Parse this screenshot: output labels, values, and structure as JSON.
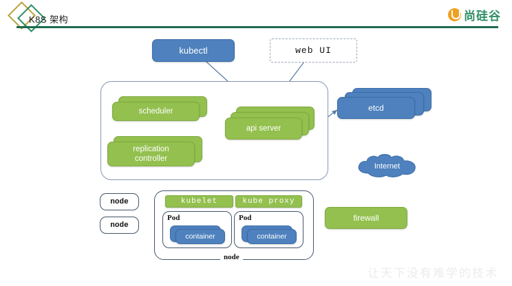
{
  "header": {
    "title": "K8S 架构",
    "logo_text": "尚硅谷",
    "logo_icon": "u-circle-logo-icon",
    "rule_color": "#1d6b4f",
    "diamond_1_color": "#b9a43b",
    "diamond_2_color": "#2f8f63"
  },
  "palette": {
    "blue": "#4e81bd",
    "green": "#93c04e",
    "panel_border": "#8496b0",
    "node_border": "#44546a",
    "arrow": "#5b7fa6"
  },
  "clients": {
    "kubectl": "kubectl",
    "web_ui": "web UI"
  },
  "master": {
    "scheduler": "scheduler",
    "replication_controller_line1": "replication",
    "replication_controller_line2": "controller",
    "api_server": "api server"
  },
  "storage": {
    "etcd": "etcd",
    "internet": "Internet",
    "firewall": "firewall"
  },
  "nodes": {
    "standalone": [
      "node",
      "node"
    ],
    "kubelet": "kubelet",
    "kube_proxy": "kube proxy",
    "pod_label_left": "Pod",
    "pod_label_right": "Pod",
    "container_left": "container",
    "container_right": "container",
    "node_label": "node"
  },
  "watermark": "让天下没有难学的技术"
}
